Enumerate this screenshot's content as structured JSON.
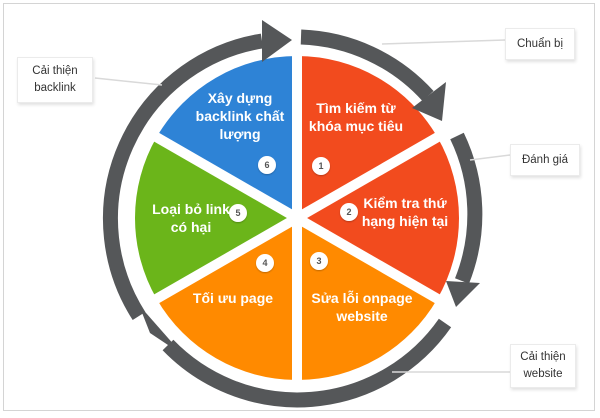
{
  "diagram": {
    "type": "cycle-wheel",
    "colors": {
      "blue": "#2E83D6",
      "red": "#F24B1E",
      "orange": "#FF8A00",
      "green": "#6BB51A",
      "arrow": "#555759",
      "gap": "#ffffff"
    },
    "steps": [
      {
        "number": "1",
        "label_lines": [
          "Tìm kiếm từ",
          "khóa mục tiêu"
        ],
        "color": "#F24B1E"
      },
      {
        "number": "2",
        "label_lines": [
          "Kiểm tra thứ",
          "hạng hiện tại"
        ],
        "color": "#F24B1E"
      },
      {
        "number": "3",
        "label_lines": [
          "Sửa lỗi onpage",
          "website"
        ],
        "color": "#FF8A00"
      },
      {
        "number": "4",
        "label_lines": [
          "Tối ưu page"
        ],
        "color": "#FF8A00"
      },
      {
        "number": "5",
        "label_lines": [
          "Loại bỏ link",
          "có hại"
        ],
        "color": "#6BB51A"
      },
      {
        "number": "6",
        "label_lines": [
          "Xây dựng",
          "backlink chất",
          "lượng"
        ],
        "color": "#2E83D6"
      }
    ],
    "phases": [
      {
        "label_lines": [
          "Chuẩn bị"
        ],
        "position": "top-right"
      },
      {
        "label_lines": [
          "Đánh giá"
        ],
        "position": "right"
      },
      {
        "label_lines": [
          "Cải thiện",
          "website"
        ],
        "position": "bottom-right"
      },
      {
        "label_lines": [
          "Cải thiện",
          "backlink"
        ],
        "position": "top-left"
      }
    ]
  }
}
